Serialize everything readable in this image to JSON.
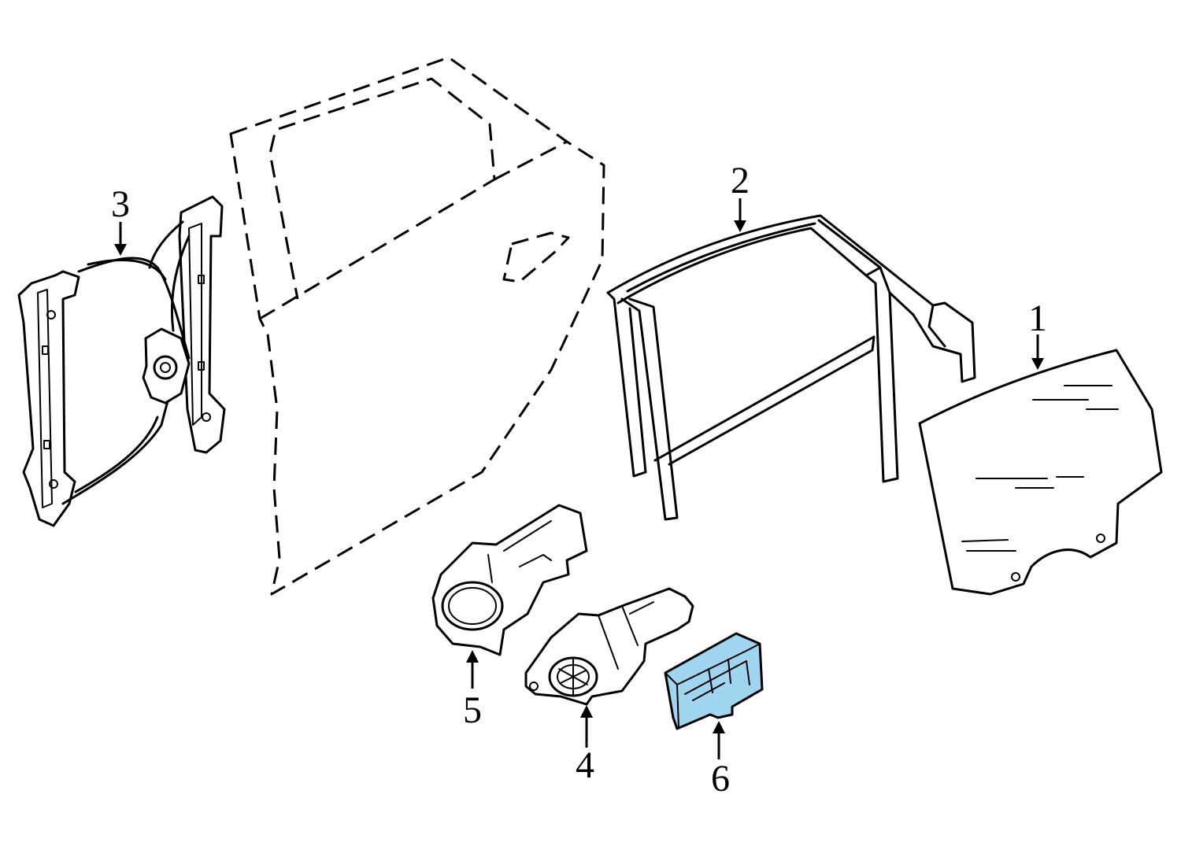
{
  "diagram": {
    "callouts": [
      {
        "id": "1",
        "label": "1"
      },
      {
        "id": "2",
        "label": "2"
      },
      {
        "id": "3",
        "label": "3"
      },
      {
        "id": "4",
        "label": "4"
      },
      {
        "id": "5",
        "label": "5"
      },
      {
        "id": "6",
        "label": "6"
      }
    ],
    "colors": {
      "highlight": "#9fd5ef",
      "line": "#000000",
      "background": "#ffffff"
    }
  }
}
